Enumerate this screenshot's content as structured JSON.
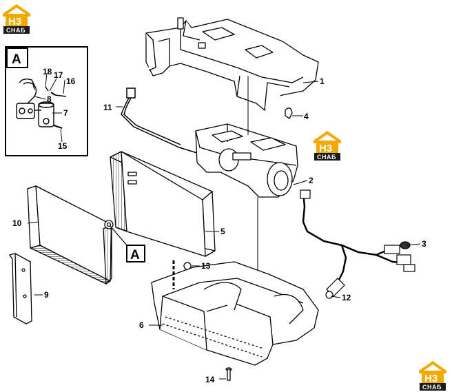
{
  "logo": {
    "mark": "H3",
    "caption": "CHAБ",
    "color": "#f2a900",
    "icon": "house-logo-icon"
  },
  "inset": {
    "label": "A"
  },
  "callout": {
    "label": "A"
  },
  "parts": {
    "p1": "1",
    "p2": "2",
    "p3": "3",
    "p4": "4",
    "p5": "5",
    "p6": "6",
    "p7": "7",
    "p8": "8",
    "p9": "9",
    "p10": "10",
    "p11": "11",
    "p12": "12",
    "p13": "13",
    "p14": "14",
    "p15": "15",
    "p16": "16",
    "p17": "17",
    "p18": "18"
  }
}
